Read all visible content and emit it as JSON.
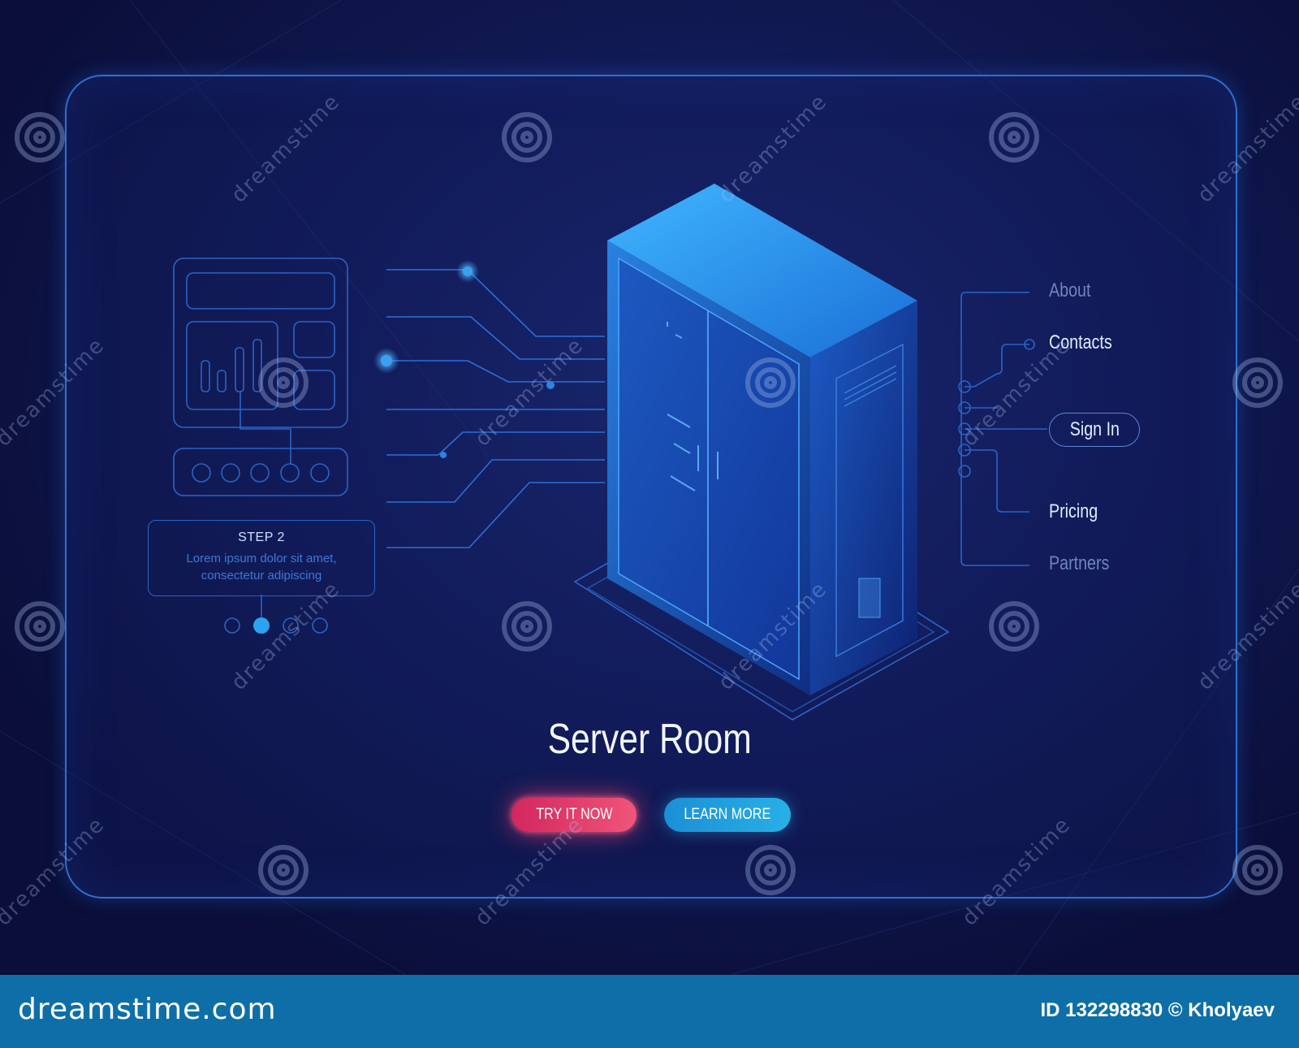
{
  "step": {
    "title": "STEP 2",
    "text": "Lorem ipsum dolor sit amet, consectetur adipiscing"
  },
  "nav": {
    "about": "About",
    "contacts": "Contacts",
    "sign_in": "Sign In",
    "pricing": "Pricing",
    "partners": "Partners"
  },
  "hero": {
    "title": "Server Room",
    "try_label": "TRY IT NOW",
    "learn_label": "LEARN MORE"
  },
  "footer": {
    "brand": "dreamstime.com",
    "image_id": "ID 132298830 © Kholyaev"
  },
  "watermark": {
    "text": "dreamstime"
  },
  "colors": {
    "background": "#0b0f3a",
    "panel_border": "#2f6fd0",
    "accent_pink": "#e43a6b",
    "accent_cyan": "#22a3e0",
    "footer": "#0e6fa8"
  }
}
